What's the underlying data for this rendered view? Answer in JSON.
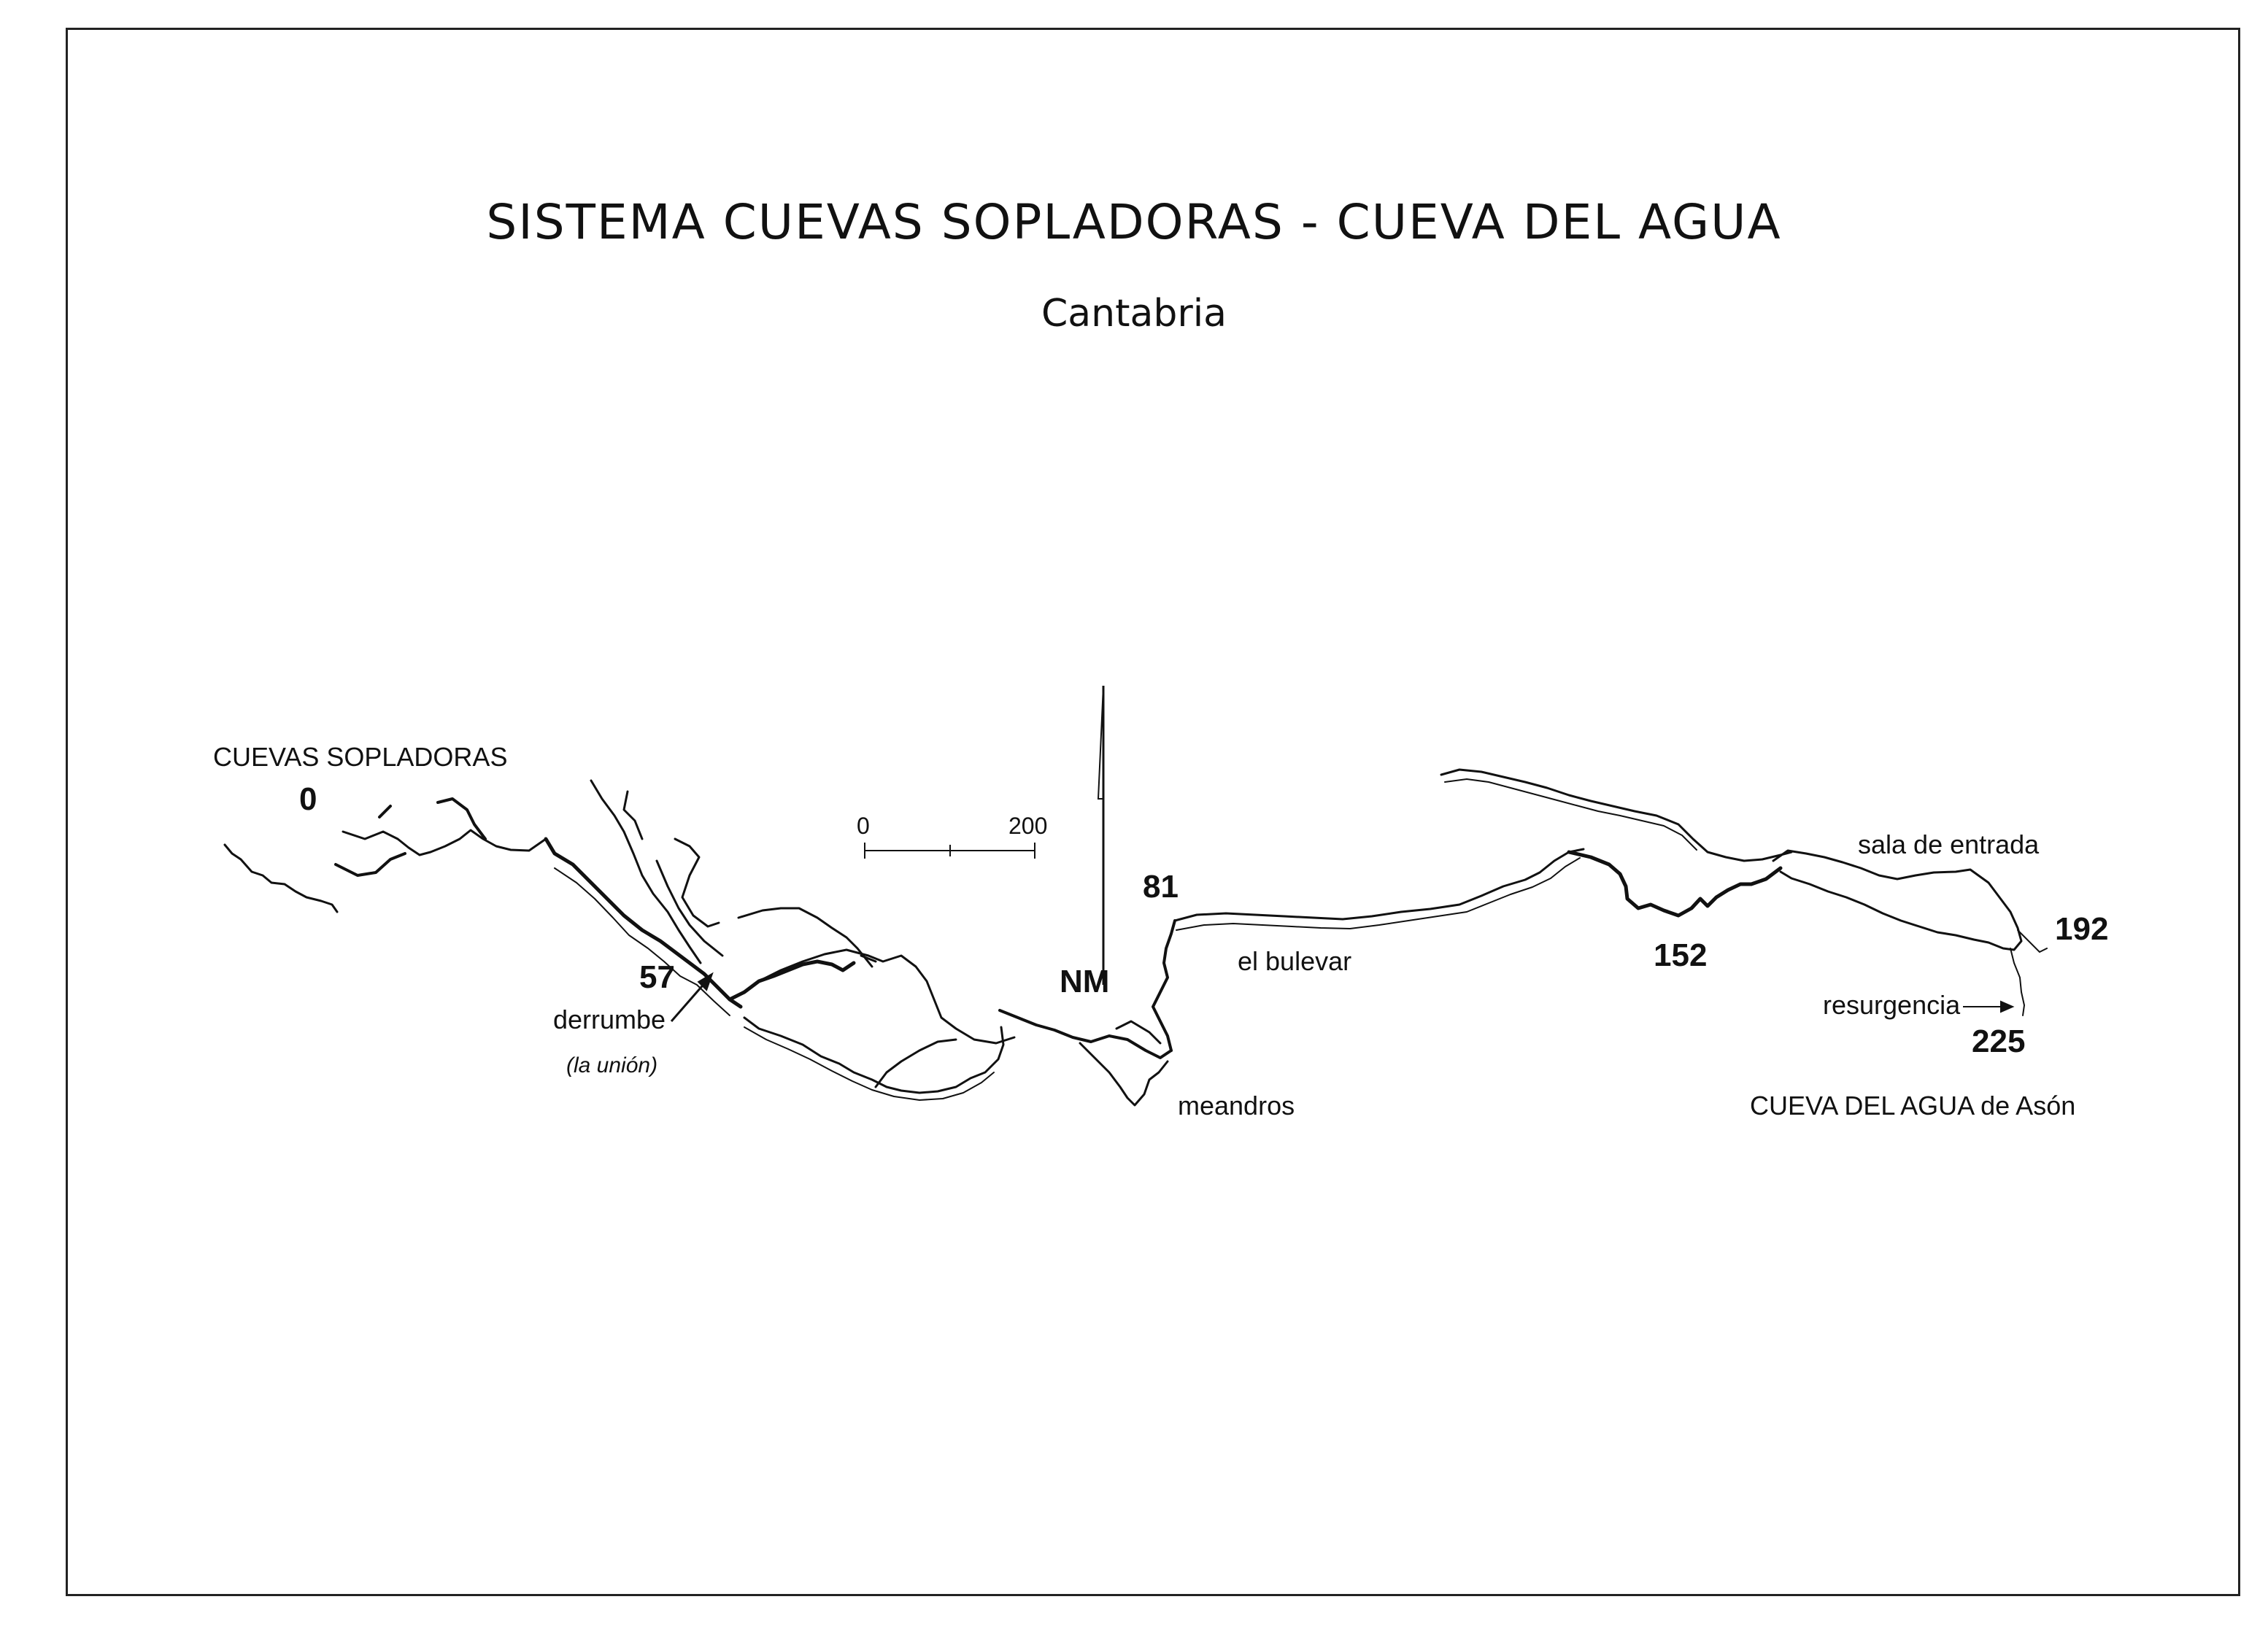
{
  "title": "SISTEMA  CUEVAS SOPLADORAS - CUEVA DEL AGUA",
  "subtitle": "Cantabria",
  "labels": {
    "cuevas_sopladoras": "CUEVAS SOPLADORAS",
    "derrumbe": "derrumbe",
    "la_union": "(la unión)",
    "meandros": "meandros",
    "el_bulevar": "el bulevar",
    "sala_de_entrada": "sala de entrada",
    "resurgencia": "resurgencia",
    "cueva_del_agua": "CUEVA DEL AGUA de Asón",
    "north": "NM"
  },
  "depths": [
    "0",
    "57",
    "81",
    "152",
    "192",
    "225"
  ],
  "scale_bar": {
    "start": "0",
    "end": "200"
  },
  "colors": {
    "ink": "#111111",
    "frame": "#222222",
    "paper": "#ffffff"
  }
}
